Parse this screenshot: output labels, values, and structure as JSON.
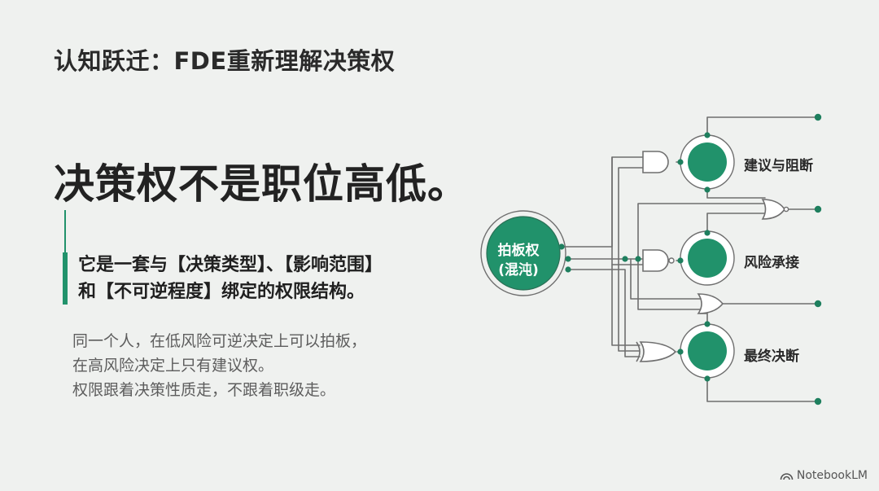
{
  "title": "认知跃迁：FDE重新理解决策权",
  "headline": "决策权不是职位高低。",
  "key_point": {
    "line1": "它是一套与【决策类型】、【影响范围】",
    "line2": "和【不可逆程度】绑定的权限结构。"
  },
  "detail": {
    "line1": "同一个人，在低风险可逆决定上可以拍板，",
    "line2": "在高风险决定上只有建议权。",
    "line3": "权限跟着决策性质走，不跟着职级走。"
  },
  "diagram": {
    "hub": {
      "label": "拍板权",
      "sub": "(混沌)"
    },
    "nodes": [
      {
        "label": "建议与阻断"
      },
      {
        "label": "风险承接"
      },
      {
        "label": "最终决断"
      }
    ],
    "colors": {
      "green": "#21926b",
      "line": "#6f6f6f",
      "dot": "#1e7f5e"
    }
  },
  "brand": "NotebookLM"
}
